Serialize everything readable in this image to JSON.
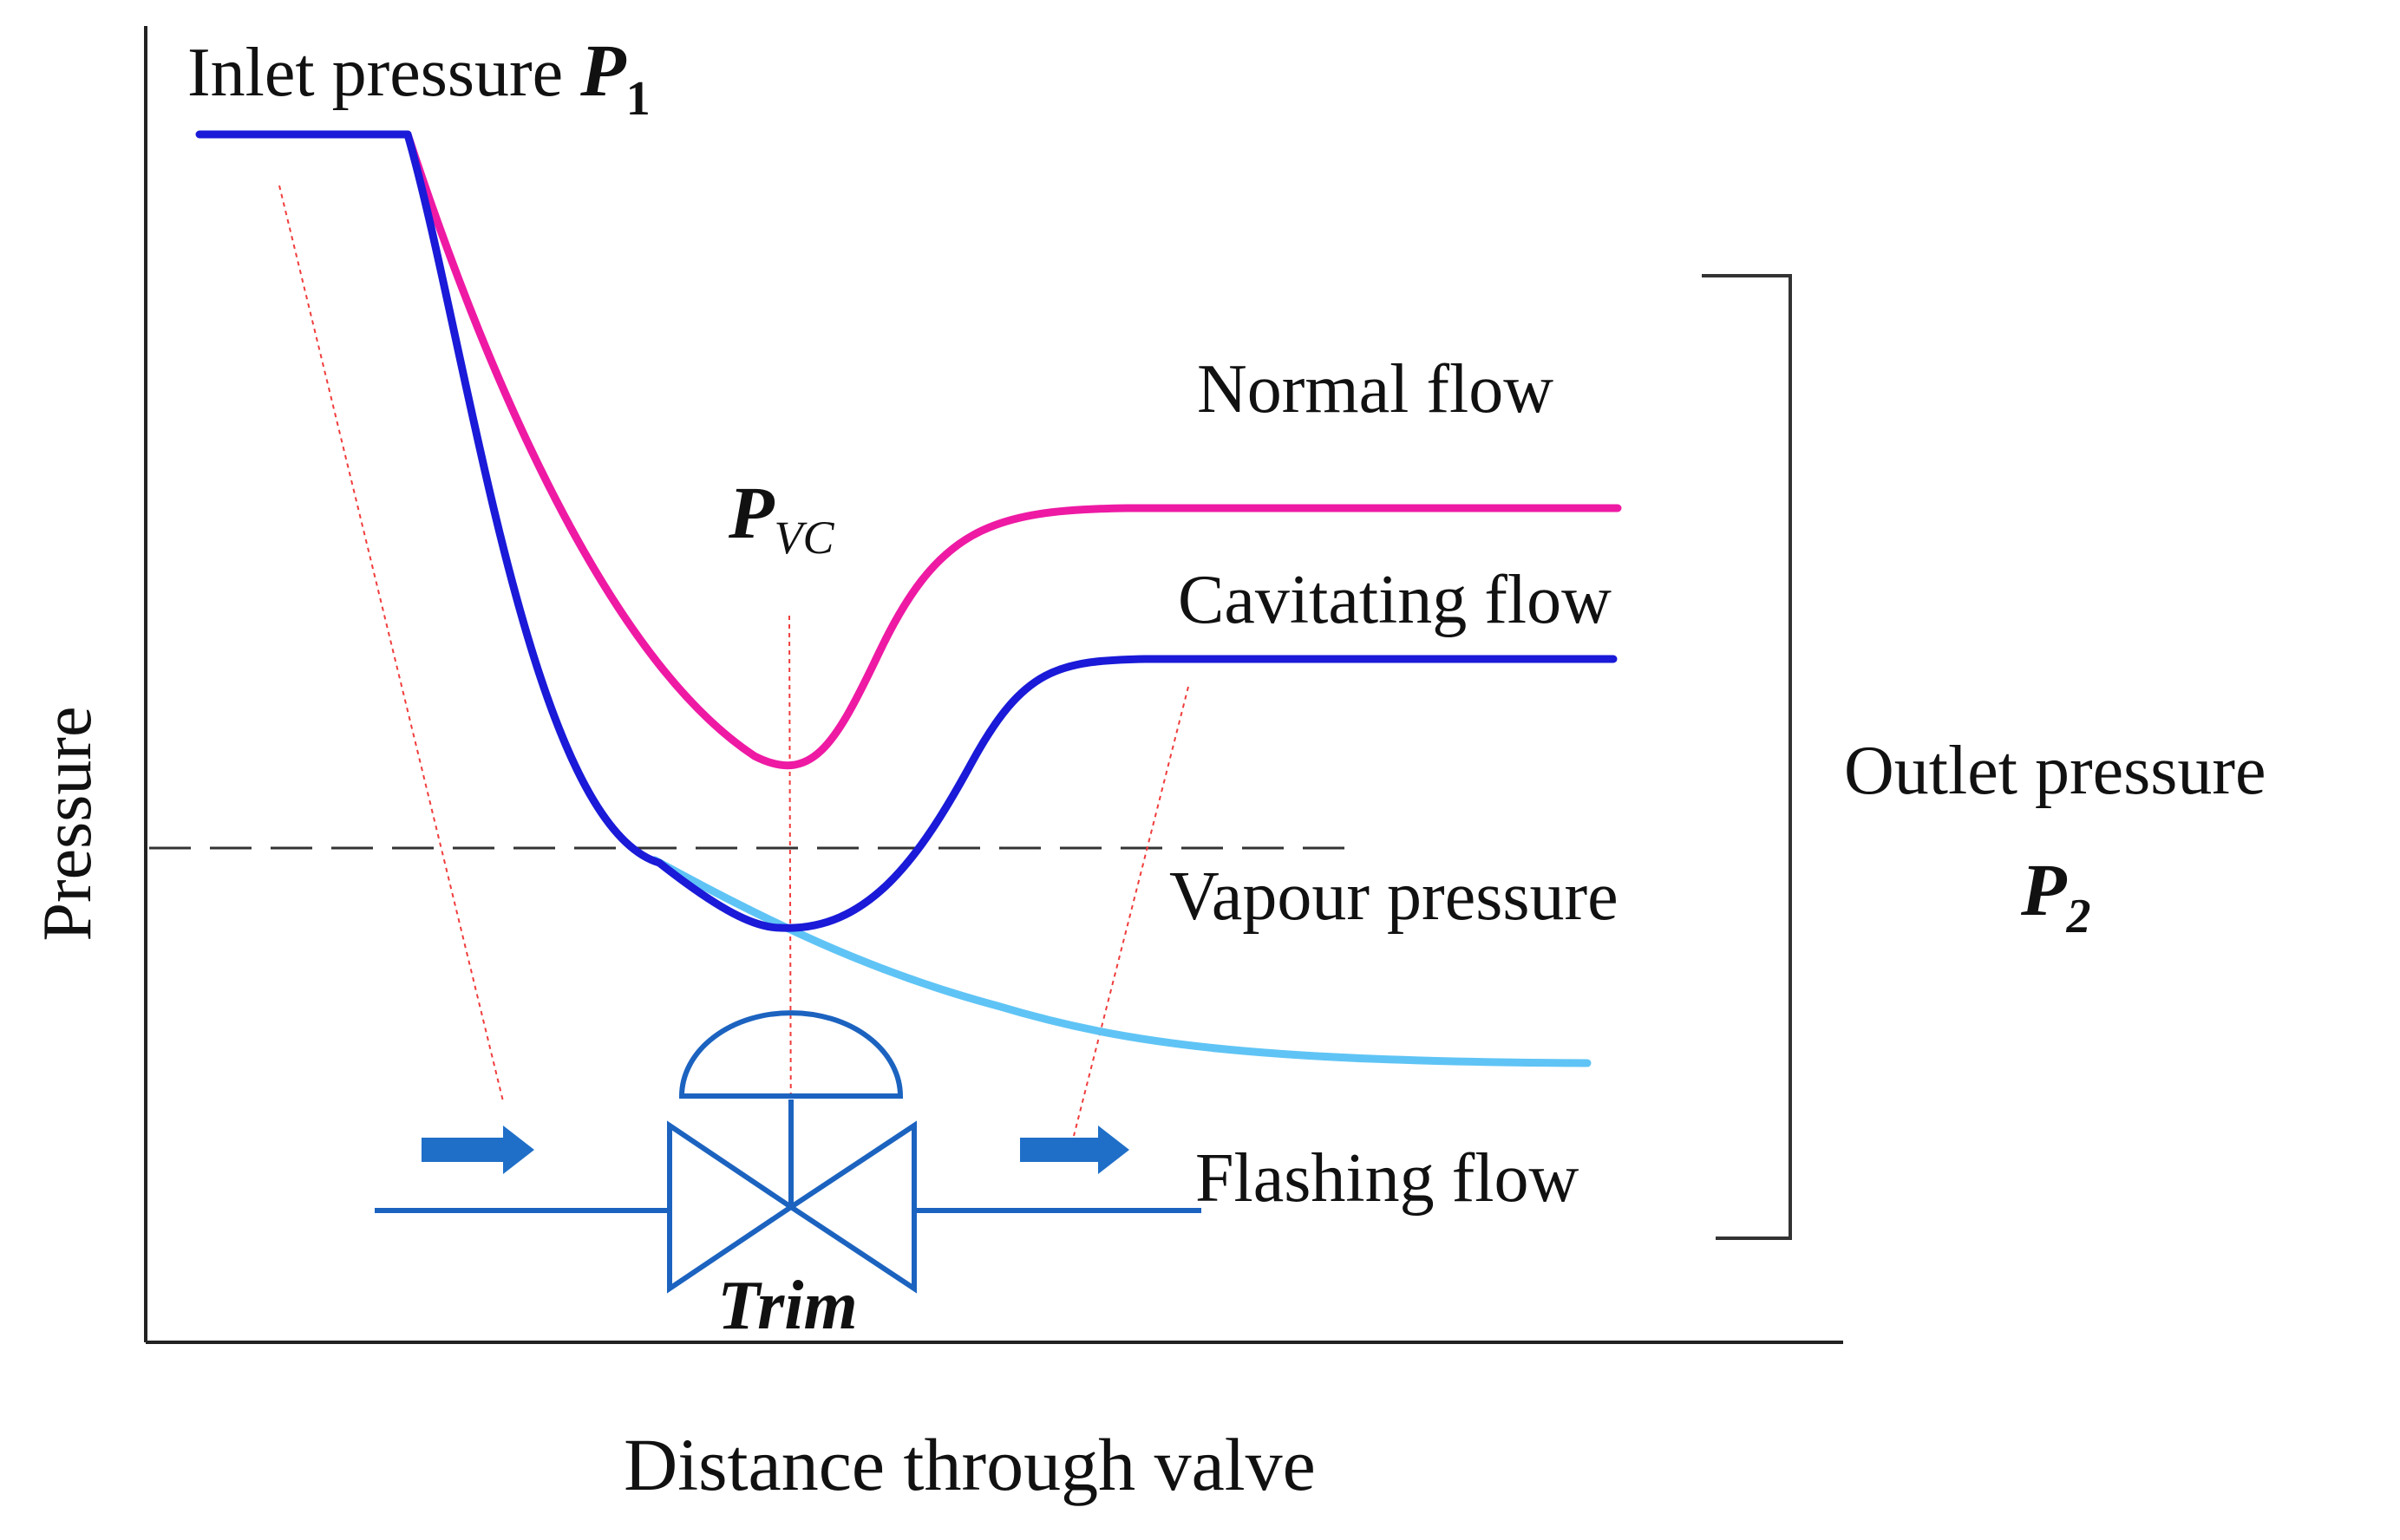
{
  "axes": {
    "ylabel": "Pressure",
    "xlabel": "Distance through valve"
  },
  "labels": {
    "inlet_text": "Inlet pressure ",
    "inlet_symbol": "P",
    "inlet_sub": "1",
    "pvc_symbol": "P",
    "pvc_sub": "VC",
    "normal_flow": "Normal flow",
    "cavitating_flow": "Cavitating flow",
    "vapour_pressure": "Vapour pressure",
    "flashing_flow": "Flashing flow",
    "outlet_line1": "Outlet pressure",
    "outlet_symbol": "P",
    "outlet_sub": "2",
    "trim": "Trim"
  },
  "curves": [
    {
      "id": "normal",
      "label_ref": "normal_flow",
      "color": "#ee1aa4"
    },
    {
      "id": "cavitating",
      "label_ref": "cavitating_flow",
      "color": "#1a1ad8"
    },
    {
      "id": "flashing",
      "label_ref": "flashing_flow",
      "color": "#5fc4f5"
    }
  ],
  "colors": {
    "axis": "#222222",
    "vapour_line": "#333333",
    "guide_lines": "#f03c3c",
    "valve": "#1c63c0",
    "arrows": "#1f6fc8"
  }
}
